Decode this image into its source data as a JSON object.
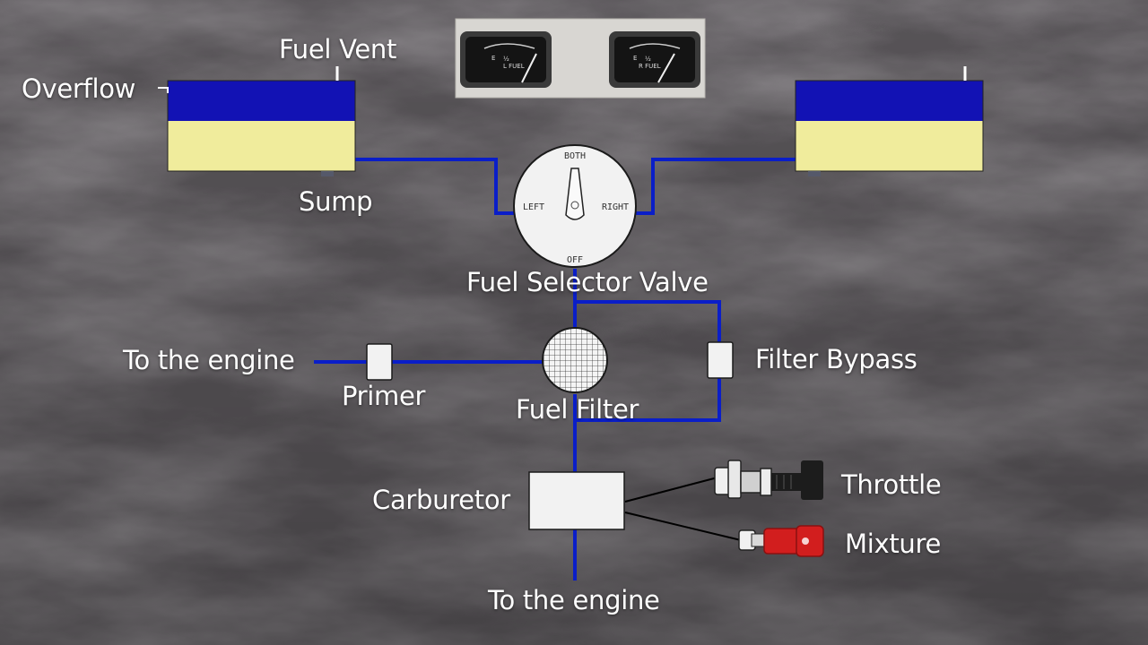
{
  "labels": {
    "fuel_vent": "Fuel Vent",
    "overflow": "Overflow",
    "sump": "Sump",
    "fuel_selector_valve": "Fuel Selector Valve",
    "to_engine_primer": "To the engine",
    "primer": "Primer",
    "fuel_filter": "Fuel Filter",
    "filter_bypass": "Filter Bypass",
    "carburetor": "Carburetor",
    "throttle": "Throttle",
    "mixture": "Mixture",
    "to_engine_bottom": "To the engine"
  },
  "selector_dial": {
    "both": "BOTH",
    "left": "LEFT",
    "right": "RIGHT",
    "off": "OFF"
  },
  "gauges": {
    "left": {
      "empty": "E",
      "half": "½",
      "name": "L FUEL"
    },
    "right": {
      "empty": "E",
      "half": "½",
      "name": "R FUEL"
    }
  },
  "colors": {
    "fuel_line": "#0a1ec8",
    "tank_top": "#1212b4",
    "tank_fuel": "#f0ec9c",
    "component_fill": "#f2f2f2",
    "mixture_knob": "#d21e1e"
  }
}
